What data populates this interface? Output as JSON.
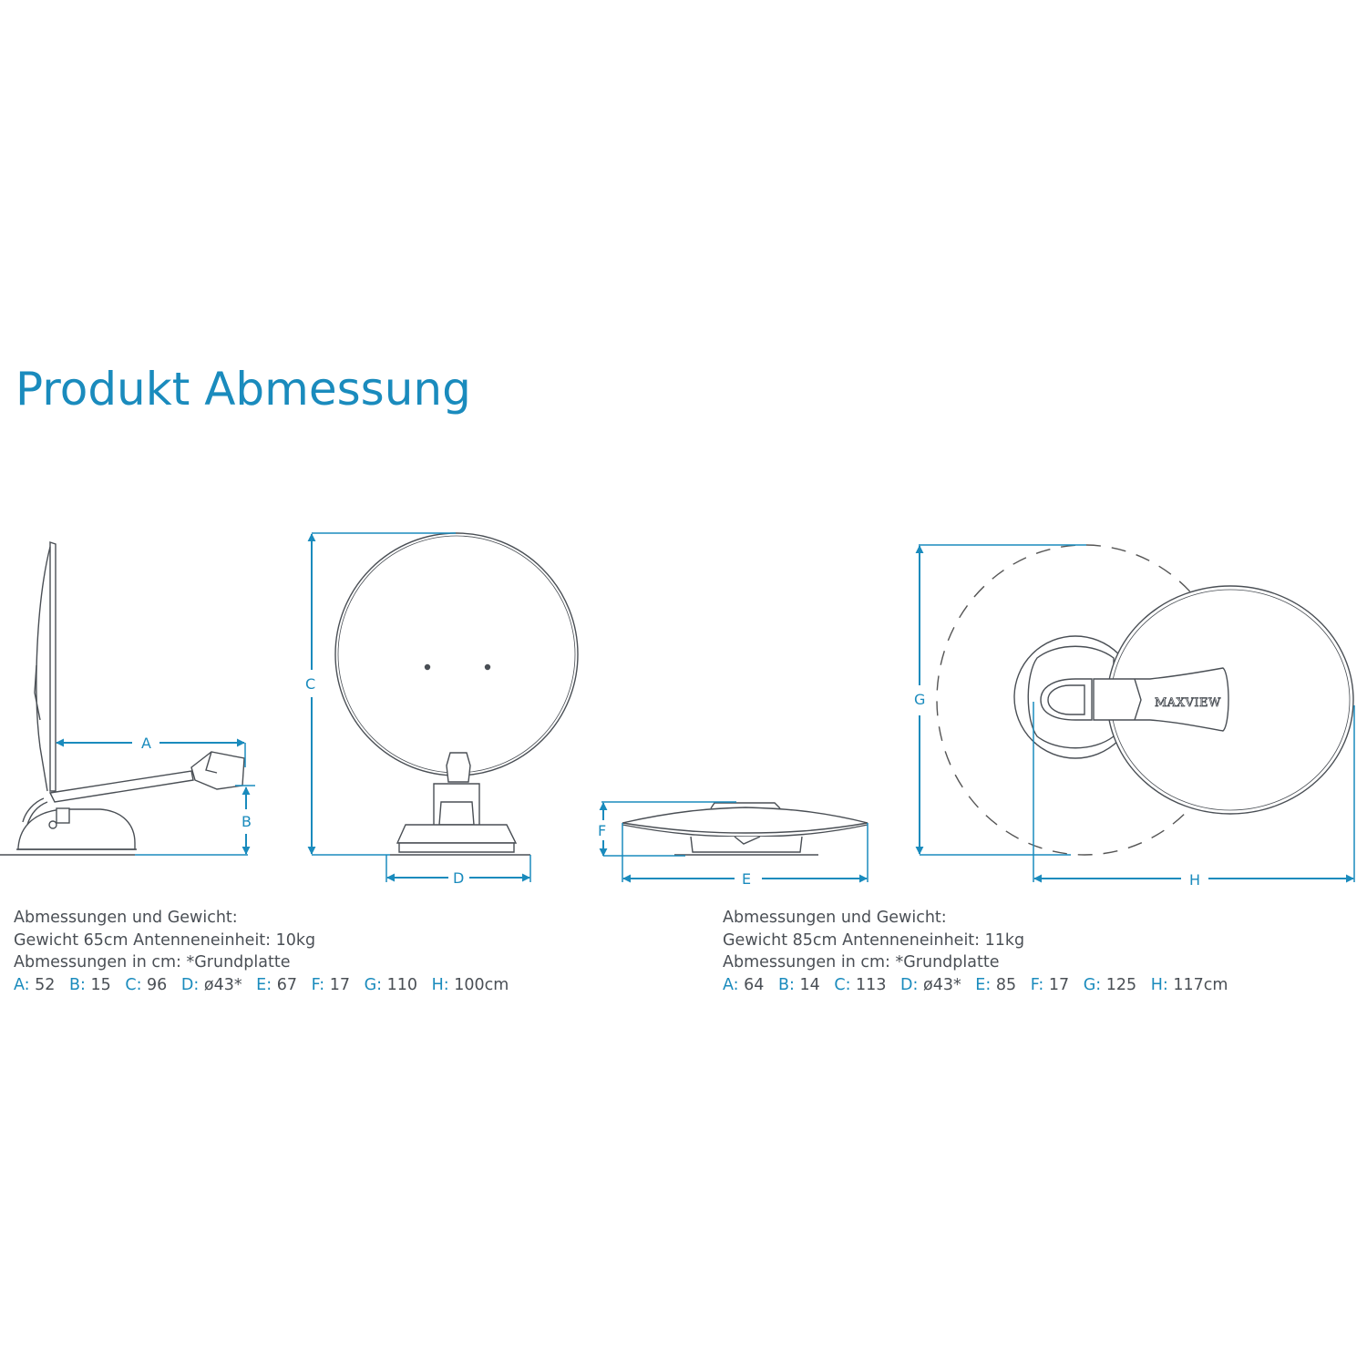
{
  "title": "Produkt Abmessung",
  "colors": {
    "accent": "#1a8bbd",
    "line": "#4a4f55",
    "text": "#4a4f55"
  },
  "drawings": {
    "side_view": {
      "labels": {
        "a": "A",
        "b": "B"
      }
    },
    "front_view": {
      "labels": {
        "c": "C",
        "d": "D"
      }
    },
    "folded_view": {
      "labels": {
        "e": "E",
        "f": "F"
      }
    },
    "top_view": {
      "labels": {
        "g": "G",
        "h": "H"
      },
      "brand": "MAXVIEW"
    }
  },
  "specs": [
    {
      "heading": "Abmessungen und Gewicht:",
      "weight": "Gewicht 65cm Antenneneinheit: 10kg",
      "units_note": "Abmessungen in cm: *Grundplatte",
      "values": [
        {
          "key": "A:",
          "value": "52"
        },
        {
          "key": "B:",
          "value": "15"
        },
        {
          "key": "C:",
          "value": "96"
        },
        {
          "key": "D:",
          "value": "ø43*"
        },
        {
          "key": "E:",
          "value": "67"
        },
        {
          "key": "F:",
          "value": "17"
        },
        {
          "key": "G:",
          "value": "110"
        },
        {
          "key": "H:",
          "value": "100cm"
        }
      ]
    },
    {
      "heading": "Abmessungen und Gewicht:",
      "weight": "Gewicht 85cm Antenneneinheit: 11kg",
      "units_note": "Abmessungen in cm: *Grundplatte",
      "values": [
        {
          "key": "A:",
          "value": "64"
        },
        {
          "key": "B:",
          "value": "14"
        },
        {
          "key": "C:",
          "value": "113"
        },
        {
          "key": "D:",
          "value": "ø43*"
        },
        {
          "key": "E:",
          "value": "85"
        },
        {
          "key": "F:",
          "value": "17"
        },
        {
          "key": "G:",
          "value": "125"
        },
        {
          "key": "H:",
          "value": "117cm"
        }
      ]
    }
  ]
}
